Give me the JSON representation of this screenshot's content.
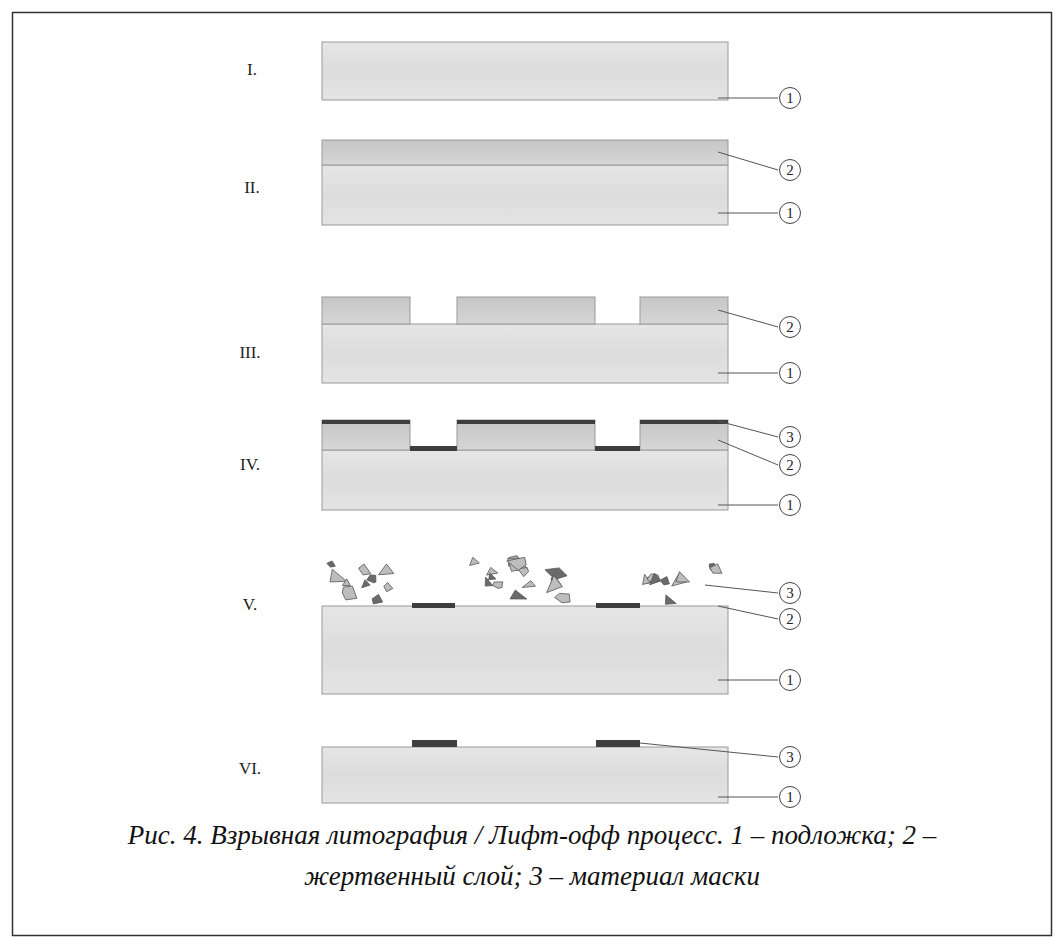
{
  "diagram": {
    "caption": "Рис. 4. Взрывная литография / Лифт-офф процесс. 1 – подложка; 2 – жертвенный слой; 3 – материал маски",
    "labels": [
      "I.",
      "1",
      "II.",
      "2",
      "1",
      "III.",
      "2",
      "1",
      "IV.",
      "3",
      "2",
      "1",
      "V.",
      "3",
      "2",
      "1",
      "VI.",
      "3",
      "1"
    ]
  }
}
